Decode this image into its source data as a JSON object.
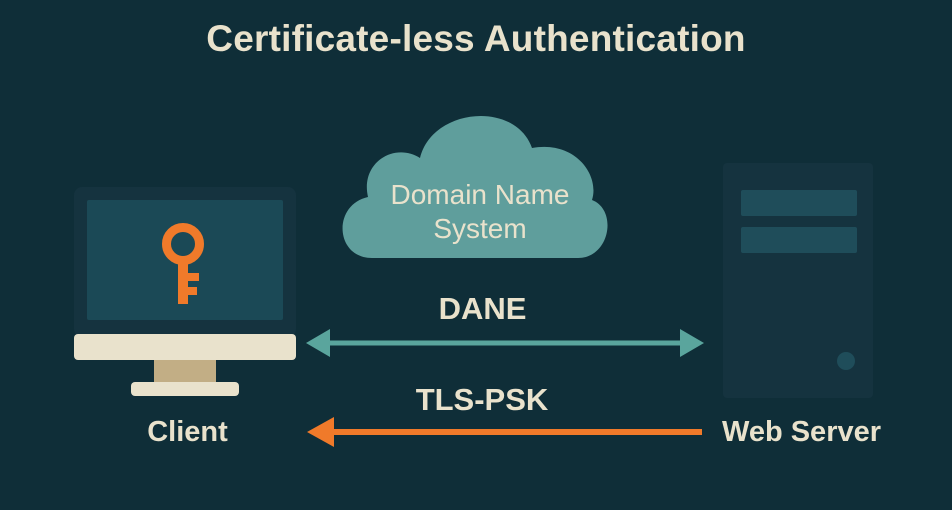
{
  "title": "Certificate-less Authentication",
  "nodes": {
    "client": {
      "label": "Client",
      "icon": "key-icon"
    },
    "dns": {
      "label_line1": "Domain Name",
      "label_line2": "System",
      "icon": "cloud-icon"
    },
    "server": {
      "label": "Web Server",
      "icon": "server-icon"
    }
  },
  "edges": [
    {
      "label": "DANE",
      "from": "client",
      "to": "server",
      "direction": "bidirectional",
      "color": "#5aa59d"
    },
    {
      "label": "TLS-PSK",
      "from": "server",
      "to": "client",
      "direction": "unidirectional",
      "color": "#f07a2a"
    }
  ],
  "colors": {
    "background": "#0f2e38",
    "text": "#e9e2cc",
    "key": "#f07a2a",
    "cloud": "#5f9e9c",
    "server_body": "#15333f",
    "server_slots": "#1f4d5a"
  }
}
